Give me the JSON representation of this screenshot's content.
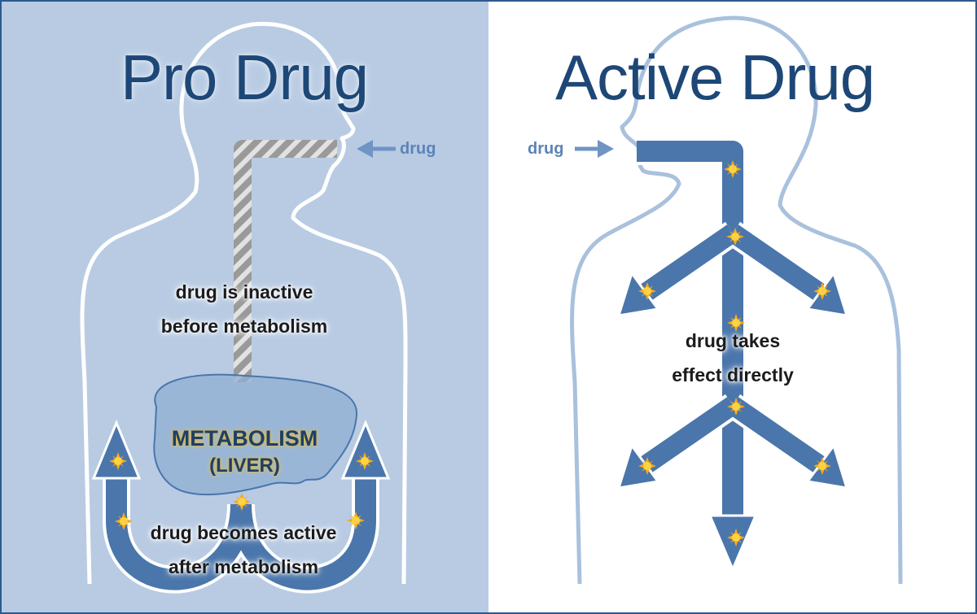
{
  "pro_panel": {
    "title": "Pro Drug",
    "drug_label": "drug",
    "note_line1": "drug is inactive",
    "note_line2": "before metabolism",
    "liver_line1": "METABOLISM",
    "liver_line2": "(LIVER)",
    "bottom_line1": "drug becomes active",
    "bottom_line2": "after metabolism"
  },
  "active_panel": {
    "title": "Active Drug",
    "drug_label": "drug",
    "note_line1": "drug takes",
    "note_line2": "effect directly"
  },
  "colors": {
    "pro_background": "#b8cbe3",
    "active_background": "#ffffff",
    "title_blue": "#1d4776",
    "pathway_blue": "#4a76ab",
    "inactive_gray": "#a0a0a0",
    "body_outline_pro": "#ffffff",
    "body_outline_active": "#a9c1dc",
    "active_marker": "#f5b81c"
  }
}
